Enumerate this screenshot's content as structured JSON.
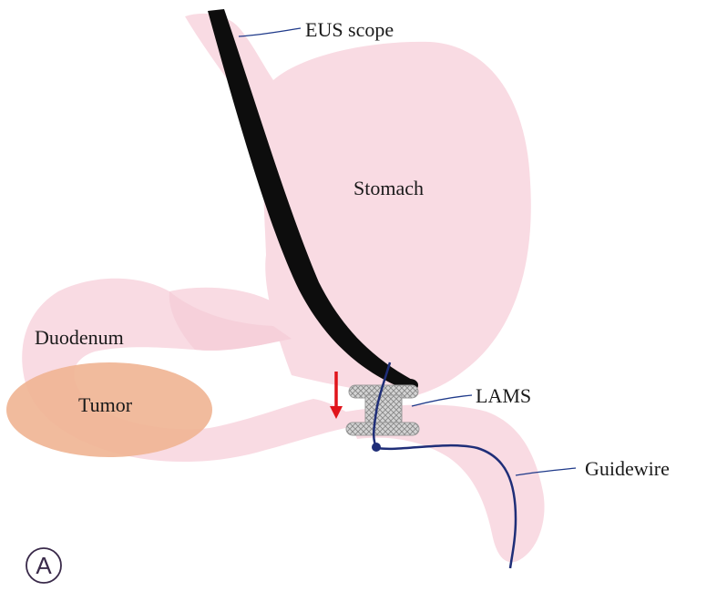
{
  "diagram": {
    "labels": {
      "eus_scope": "EUS scope",
      "stomach": "Stomach",
      "duodenum": "Duodenum",
      "tumor": "Tumor",
      "lams": "LAMS",
      "guidewire": "Guidewire"
    },
    "panel_letter": "A",
    "colors": {
      "organ": "#f9dbe3",
      "tumor": "#f0b492",
      "scope": "#0d0d0d",
      "guidewire": "#1f2e78",
      "leader": "#1f3a8a",
      "arrow": "#e0141b",
      "stent": "#c9c9c9"
    },
    "icons": [
      "red-arrow-down-icon",
      "panel-circle-icon"
    ]
  }
}
